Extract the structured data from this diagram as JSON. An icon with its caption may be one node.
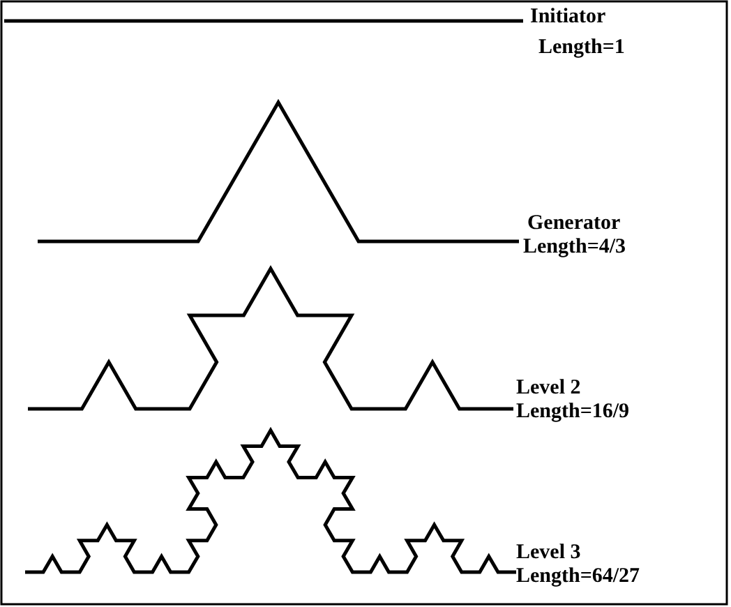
{
  "diagram": {
    "labels": [
      "Initiator",
      "Length=1",
      "Generator",
      "Length=4/3",
      "Level 2",
      "Length=16/9",
      "Level 3",
      "Length=64/27"
    ]
  }
}
